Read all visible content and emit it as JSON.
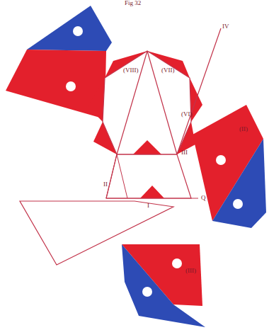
{
  "diagram": {
    "labels": [
      "Fig 32",
      "IV",
      "(VIII)",
      "(VII)",
      "(VI)",
      "III",
      "II",
      "I",
      "Q",
      "(II)",
      "(III)"
    ]
  }
}
